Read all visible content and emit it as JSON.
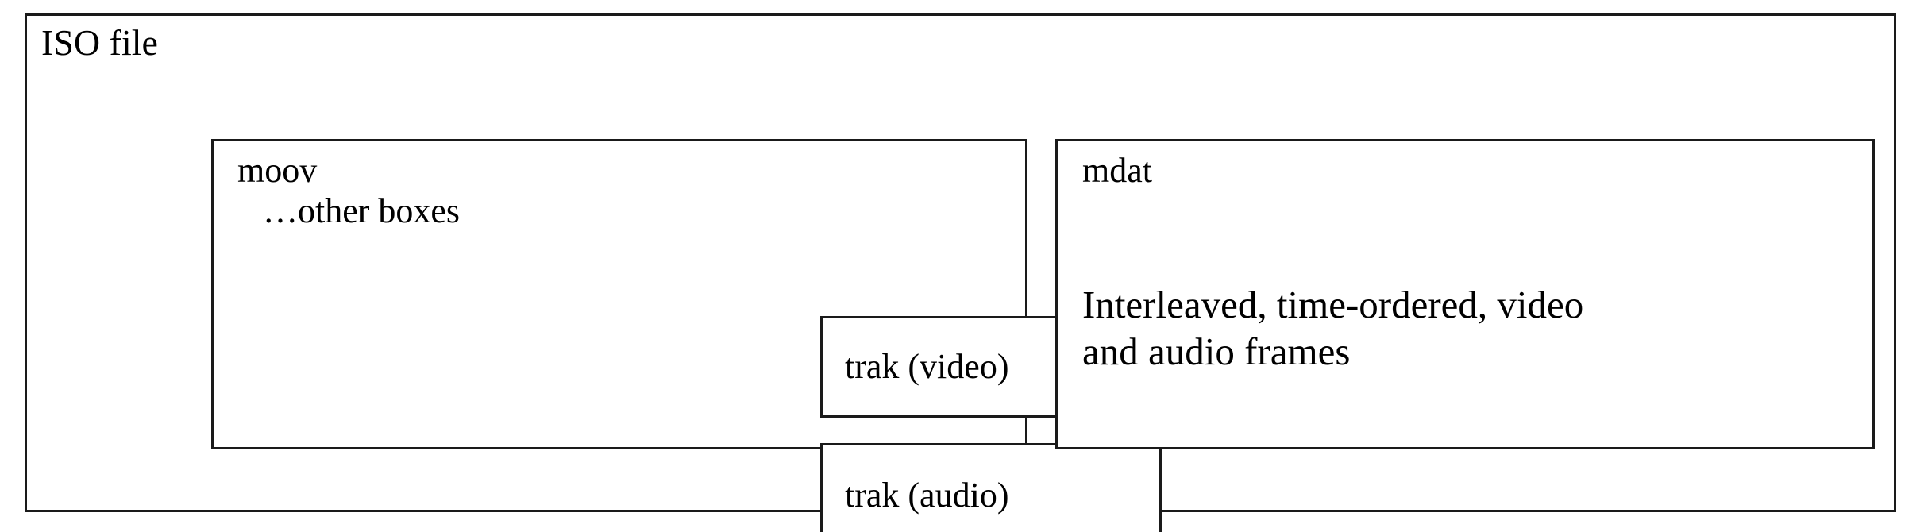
{
  "diagram": {
    "type": "nested-box-diagram",
    "title": "ISO file",
    "colors": {
      "background": "#ffffff",
      "border": "#1a1a1a",
      "text": "#000000"
    },
    "outer_box": {
      "label": "ISO file"
    },
    "boxes": [
      {
        "name": "moov",
        "label": "moov",
        "secondary_label": "…other boxes",
        "children": [
          {
            "name": "trak-video",
            "label": "trak (video)"
          },
          {
            "name": "trak-audio",
            "label": "trak (audio)"
          }
        ]
      },
      {
        "name": "mdat",
        "label": "mdat",
        "description_line_1": "Interleaved, time-ordered, video",
        "description_line_2": "and audio frames"
      }
    ]
  }
}
